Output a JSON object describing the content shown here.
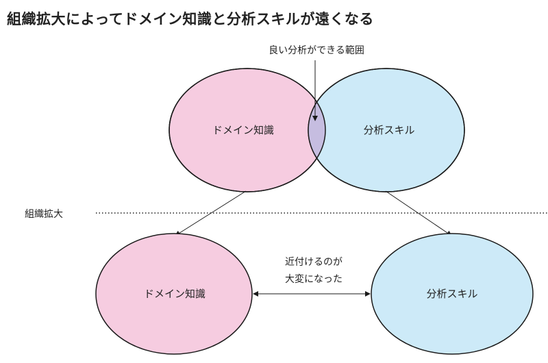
{
  "title": "組織拡大によってドメイン知識と分析スキルが遠くなる",
  "top": {
    "overlap_label": "良い分析ができる範囲",
    "domain_label": "ドメイン知識",
    "skill_label": "分析スキル"
  },
  "divider": {
    "label": "組織拡大"
  },
  "bottom": {
    "domain_label": "ドメイン知識",
    "skill_label": "分析スキル",
    "gap_label_line1": "近付けるのが",
    "gap_label_line2": "大変になった"
  },
  "colors": {
    "domain_fill": "#f6cce0",
    "skill_fill": "#cdeaf8",
    "overlap_fill": "#c6bde0",
    "stroke": "#1a1a1a"
  }
}
